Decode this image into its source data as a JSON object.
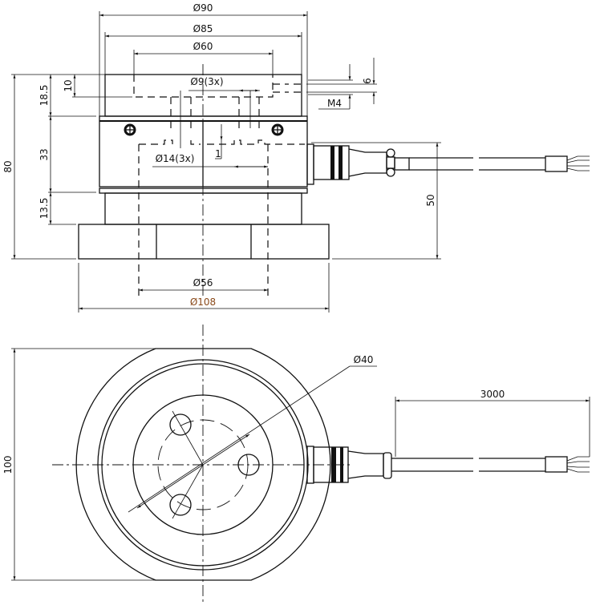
{
  "title": "Load cell dimension drawing",
  "side_view": {
    "dims": {
      "d90": "Ø90",
      "d85": "Ø85",
      "d60": "Ø60",
      "d9": "Ø9(3x)",
      "d14": "Ø14(3x)",
      "d56": "Ø56",
      "d108": "Ø108",
      "h80": "80",
      "h18_5": "18.5",
      "h33": "33",
      "h13_5": "13.5",
      "h10": "10",
      "h6": "6",
      "m4": "M4",
      "h1": "1",
      "h50": "50"
    }
  },
  "top_view": {
    "dims": {
      "d40": "Ø40",
      "w100": "100",
      "cable_length": "3000"
    }
  },
  "colors": {
    "line": "#111111",
    "d108_text": "#8a4a1a"
  }
}
